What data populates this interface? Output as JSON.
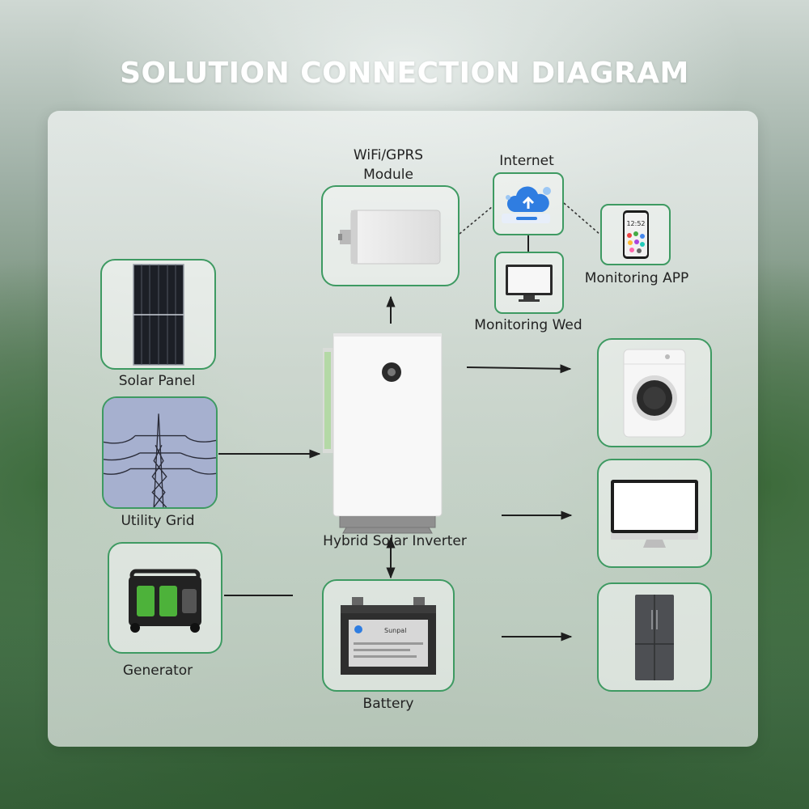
{
  "title": "SOLUTION CONNECTION DIAGRAM",
  "nodes": {
    "wifi": {
      "label_line1": "WiFi/GPRS",
      "label_line2": "Module",
      "icon": "wifi-dongle-icon"
    },
    "internet": {
      "label": "Internet",
      "icon": "cloud-upload-icon"
    },
    "monitoring_app": {
      "label": "Monitoring APP",
      "icon": "smartphone-icon",
      "screen_time": "12:52"
    },
    "monitoring_web": {
      "label": "Monitoring Wed",
      "icon": "monitor-icon"
    },
    "solar_panel": {
      "label": "Solar Panel",
      "icon": "solar-panel-icon"
    },
    "utility_grid": {
      "label": "Utility Grid",
      "icon": "power-pylon-icon"
    },
    "generator": {
      "label": "Generator",
      "icon": "generator-icon"
    },
    "inverter": {
      "label": "Hybrid Solar Inverter",
      "icon": "inverter-icon"
    },
    "battery": {
      "label": "Battery",
      "icon": "battery-icon",
      "brand": "Sunpal"
    },
    "washing_machine": {
      "label": "",
      "icon": "washing-machine-icon"
    },
    "computer": {
      "label": "",
      "icon": "computer-icon"
    },
    "refrigerator": {
      "label": "",
      "icon": "refrigerator-icon"
    }
  },
  "colors": {
    "box_border": "#3e9a62",
    "arrow": "#1e1e1e",
    "title": "#ffffff"
  }
}
